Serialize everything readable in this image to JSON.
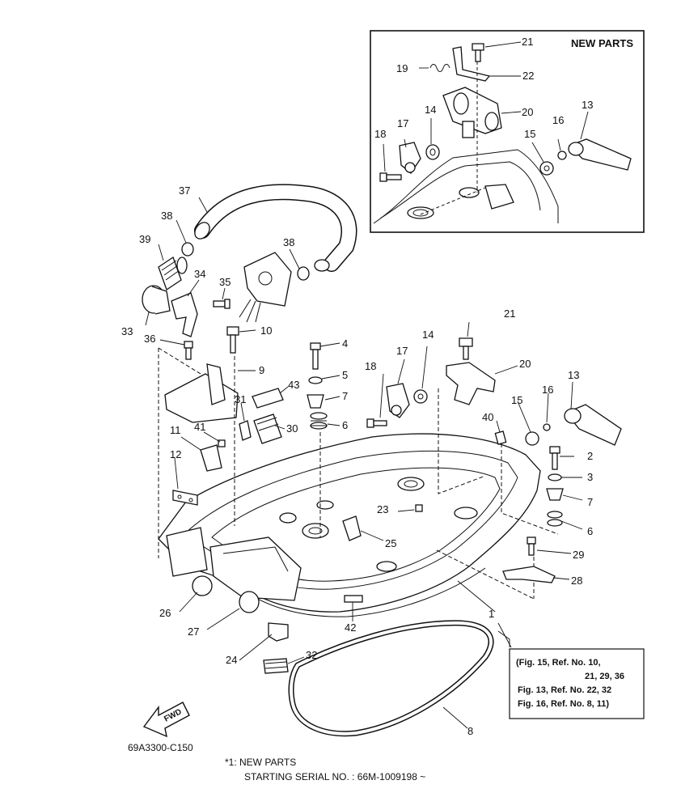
{
  "inset": {
    "title": "NEW PARTS"
  },
  "callouts": [
    "21",
    "19",
    "22",
    "14",
    "20",
    "13",
    "17",
    "16",
    "18",
    "15",
    "37",
    "38",
    "39",
    "34",
    "35",
    "33",
    "36",
    "10",
    "38",
    "4",
    "21",
    "17",
    "14",
    "9",
    "5",
    "18",
    "20",
    "13",
    "43",
    "7",
    "31",
    "30",
    "6",
    "16",
    "11",
    "41",
    "40",
    "15",
    "12",
    "2",
    "3",
    "23",
    "7",
    "25",
    "6",
    "29",
    "28",
    "26",
    "1",
    "27",
    "42",
    "24",
    "32",
    "8"
  ],
  "note": {
    "lines": [
      "(Fig. 15, Ref. No. 10,",
      "21, 29, 36",
      "Fig. 13, Ref. No. 22, 32",
      "Fig. 16, Ref. No. 8, 11)"
    ]
  },
  "fwd_label": "FWD",
  "drawing_code": "69A3300-C150",
  "footnote": {
    "line1": "*1: NEW PARTS",
    "line2": "STARTING SERIAL NO. : 66M-1009198 ~"
  }
}
